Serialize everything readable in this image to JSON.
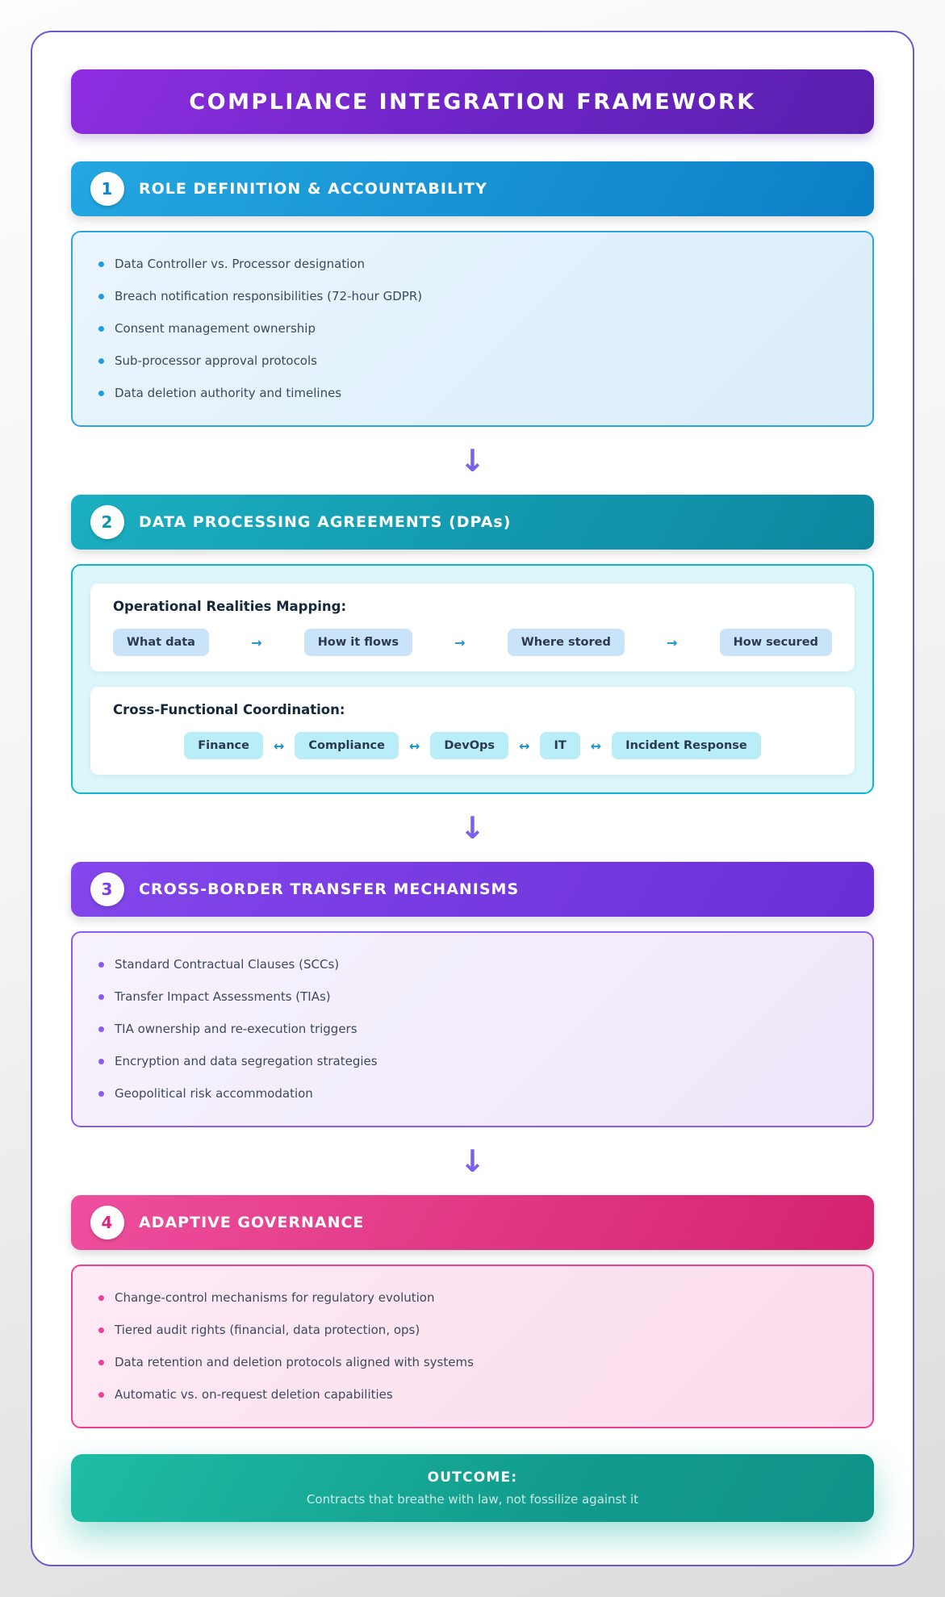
{
  "page": {
    "title": "COMPLIANCE INTEGRATION FRAMEWORK"
  },
  "flow_arrow": "↓",
  "colors": {
    "card_border": "#6c59d0",
    "title_banner": "#7b2fd6",
    "section1_accent": "#0d8ad3",
    "section2_accent": "#12a3b8",
    "section3_accent": "#7c3aed",
    "section4_accent": "#e0257c",
    "outcome_accent": "#14a795",
    "flow_arrow": "#7a63ea"
  },
  "sections": [
    {
      "number": "1",
      "title": "ROLE DEFINITION & ACCOUNTABILITY",
      "items": [
        "Data Controller vs. Processor designation",
        "Breach notification responsibilities (72-hour GDPR)",
        "Consent management ownership",
        "Sub-processor approval protocols",
        "Data deletion authority and timelines"
      ]
    },
    {
      "number": "2",
      "title": "DATA PROCESSING AGREEMENTS (DPAs)",
      "subcards": [
        {
          "title": "Operational Realities Mapping:",
          "chips": [
            "What data",
            "How it flows",
            "Where stored",
            "How secured"
          ],
          "connector": "→"
        },
        {
          "title": "Cross-Functional Coordination:",
          "chips": [
            "Finance",
            "Compliance",
            "DevOps",
            "IT",
            "Incident Response"
          ],
          "connector": "↔"
        }
      ]
    },
    {
      "number": "3",
      "title": "CROSS-BORDER TRANSFER MECHANISMS",
      "items": [
        "Standard Contractual Clauses (SCCs)",
        "Transfer Impact Assessments (TIAs)",
        "TIA ownership and re-execution triggers",
        "Encryption and data segregation strategies",
        "Geopolitical risk accommodation"
      ]
    },
    {
      "number": "4",
      "title": "ADAPTIVE GOVERNANCE",
      "items": [
        "Change-control mechanisms for regulatory evolution",
        "Tiered audit rights (financial, data protection, ops)",
        "Data retention and deletion protocols aligned with systems",
        "Automatic vs. on-request deletion capabilities"
      ]
    }
  ],
  "outcome": {
    "label": "OUTCOME:",
    "text": "Contracts that breathe with law, not fossilize against it"
  }
}
